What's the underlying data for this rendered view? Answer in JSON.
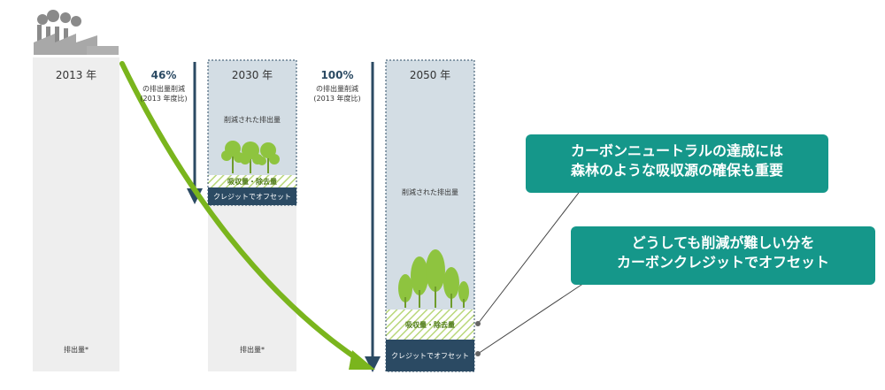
{
  "years": [
    "2013 年",
    "2030 年",
    "2050 年"
  ],
  "reductions": [
    {
      "percent": "46%",
      "line1": "の排出量削減",
      "line2": "(2013 年度比)"
    },
    {
      "percent": "100%",
      "line1": "の排出量削減",
      "line2": "(2013 年度比)"
    }
  ],
  "labels": {
    "emissions": "排出量*",
    "reduced_emissions": "削減された排出量",
    "absorption": "吸収量・除去量",
    "offset": "クレジットでオフセット"
  },
  "callouts": [
    {
      "line1": "カーボンニュートラルの達成には",
      "line2": "森林のような吸収源の確保も重要"
    },
    {
      "line1": "どうしても削減が難しい分を",
      "line2": "カーボンクレジットでオフセット"
    }
  ],
  "colors": {
    "bar_grey": "#eeeeee",
    "reduced_blue": "#d3dde4",
    "dashed_border": "#2b4a63",
    "offset_navy": "#2b4a63",
    "arrow_green": "#7ab51d",
    "callout_teal": "#15978a",
    "tree_green": "#8ec43f"
  }
}
